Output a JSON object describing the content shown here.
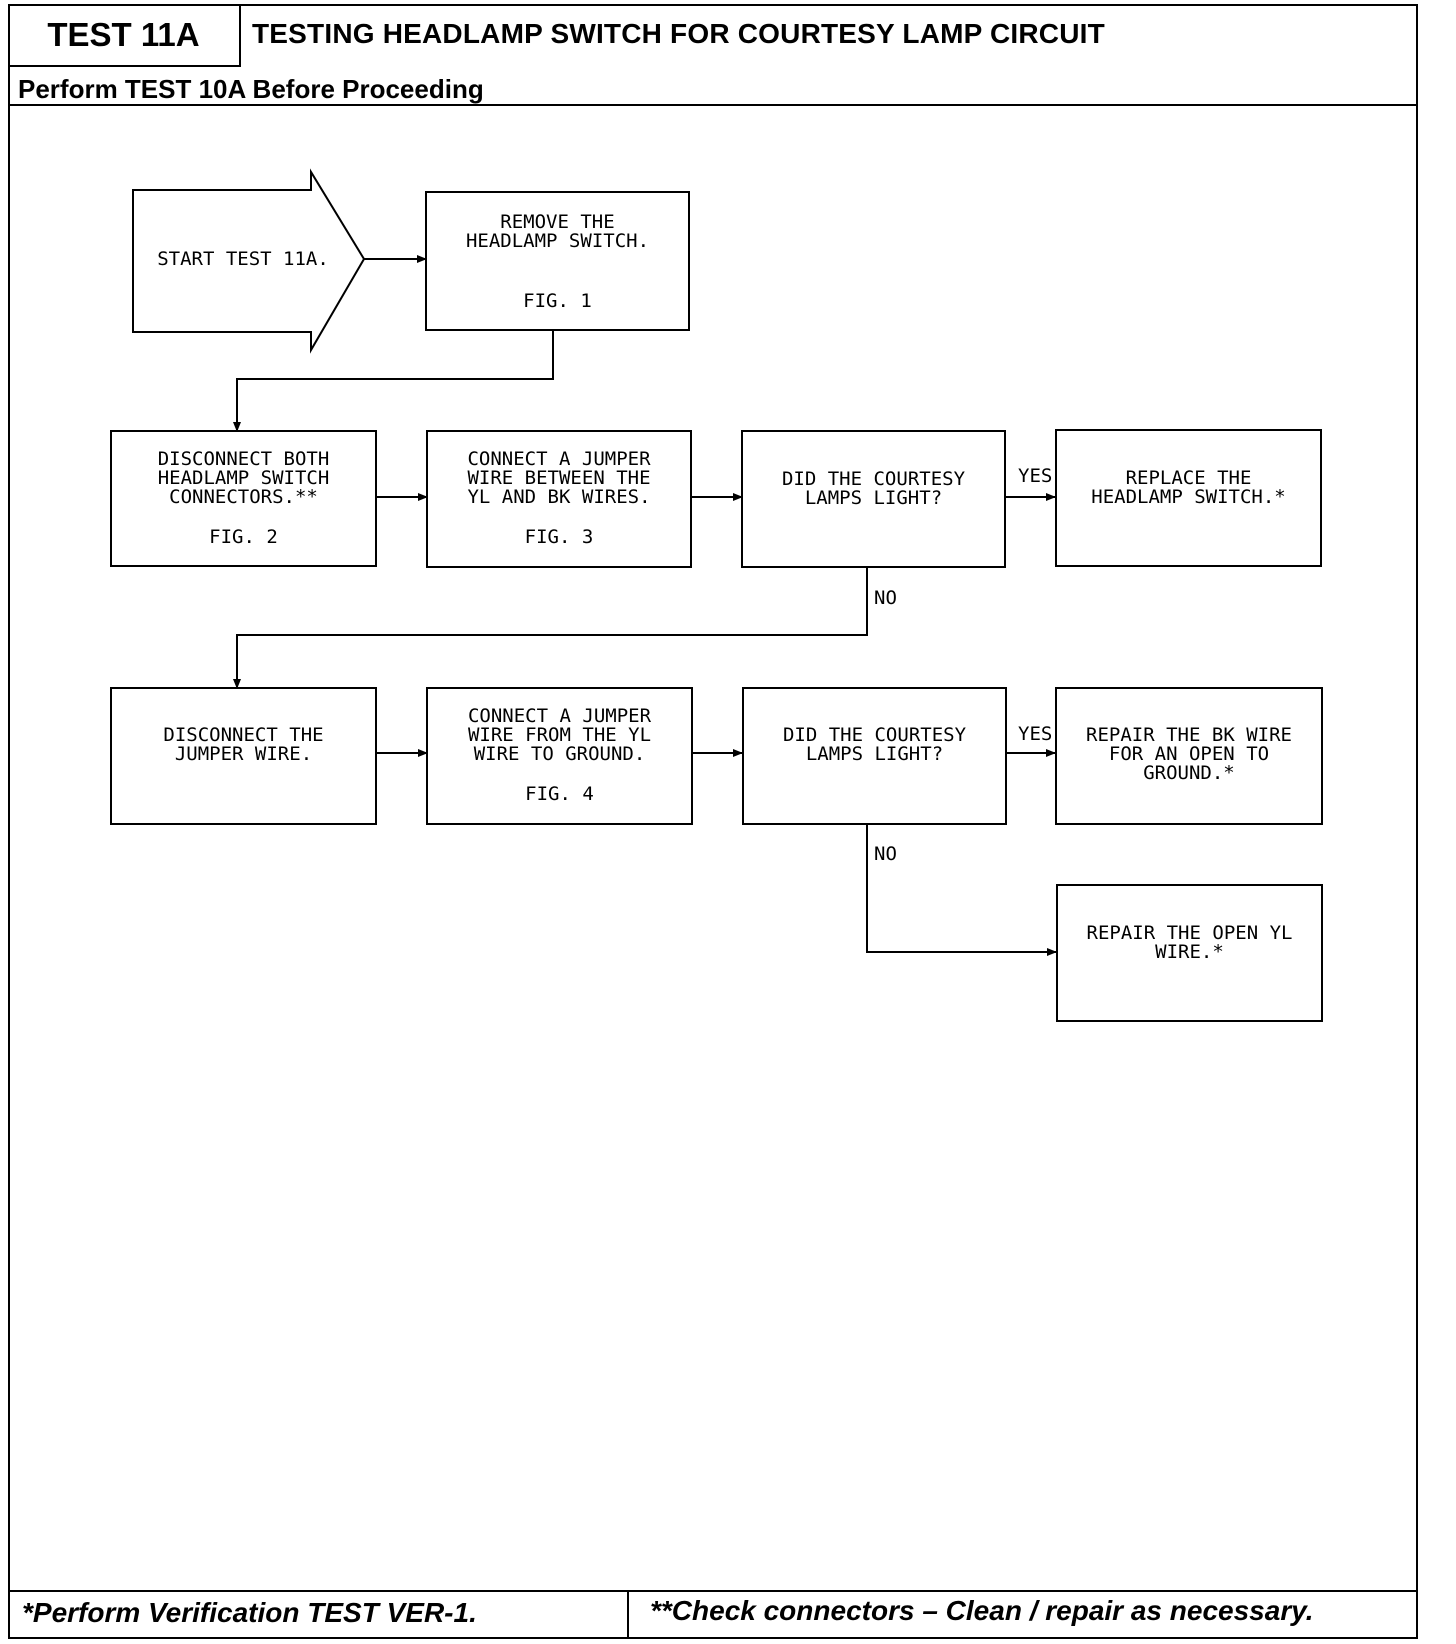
{
  "header": {
    "test_id": "TEST 11A",
    "title": "TESTING HEADLAMP SWITCH FOR COURTESY LAMP CIRCUIT",
    "prerequisite": "Perform TEST 10A Before Proceeding"
  },
  "flowchart": {
    "start": "START TEST 11A.",
    "remove_switch": {
      "line1": "REMOVE THE",
      "line2": "HEADLAMP SWITCH.",
      "fig": "FIG. 1"
    },
    "disconnect_connectors": {
      "line1": "DISCONNECT BOTH",
      "line2": "HEADLAMP SWITCH",
      "line3": "CONNECTORS.**",
      "fig": "FIG. 2"
    },
    "connect_jumper_yl_bk": {
      "line1": "CONNECT A JUMPER",
      "line2": "WIRE BETWEEN THE",
      "line3": "YL AND BK WIRES.",
      "fig": "FIG. 3"
    },
    "question_1": {
      "line1": "DID THE COURTESY",
      "line2": "LAMPS LIGHT?"
    },
    "replace_switch": {
      "line1": "REPLACE THE",
      "line2": "HEADLAMP SWITCH.*"
    },
    "disconnect_jumper": {
      "line1": "DISCONNECT THE",
      "line2": "JUMPER WIRE."
    },
    "connect_jumper_ground": {
      "line1": "CONNECT A JUMPER",
      "line2": "WIRE FROM THE YL",
      "line3": "WIRE TO GROUND.",
      "fig": "FIG. 4"
    },
    "question_2": {
      "line1": "DID THE COURTESY",
      "line2": "LAMPS LIGHT?"
    },
    "repair_bk": {
      "line1": "REPAIR THE BK WIRE",
      "line2": "FOR AN OPEN TO",
      "line3": "GROUND.*"
    },
    "repair_yl": {
      "line1": "REPAIR THE OPEN YL",
      "line2": "WIRE.*"
    },
    "yes_label": "YES",
    "no_label": "NO"
  },
  "footer": {
    "left_note": "*Perform Verification TEST VER-1.",
    "right_note": "**Check connectors – Clean / repair as necessary."
  }
}
